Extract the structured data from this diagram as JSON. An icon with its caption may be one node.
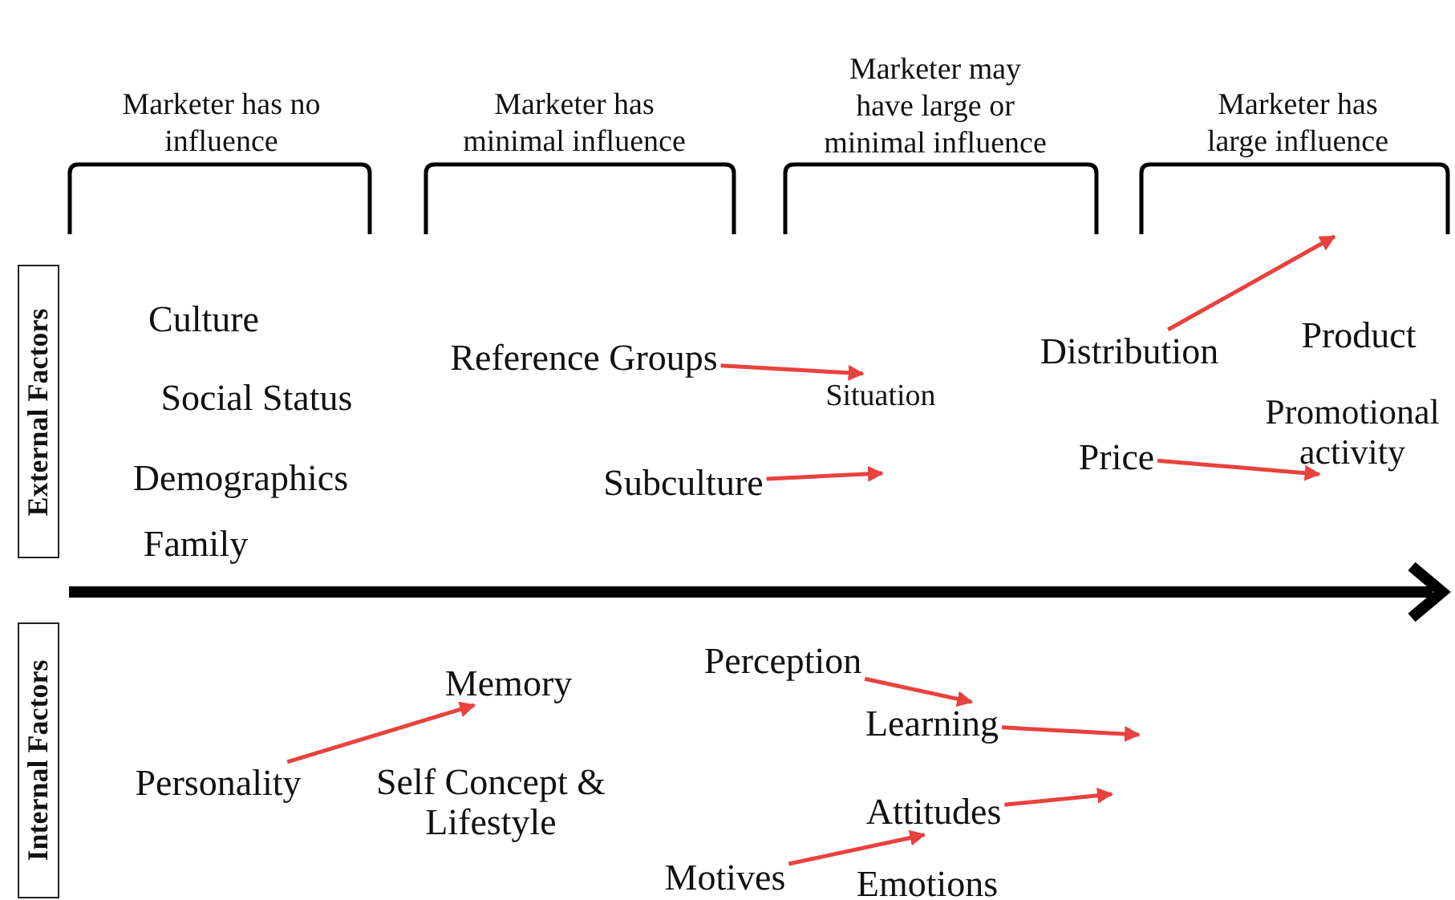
{
  "diagram": {
    "nodes": [
      {
        "text": [
          "External Factors"
        ]
      },
      {
        "text": [
          "Internal Factors"
        ]
      },
      {
        "text": [
          "Culture"
        ]
      },
      {
        "text": [
          "Social Status"
        ]
      },
      {
        "text": [
          "Demographics"
        ]
      },
      {
        "text": [
          "Family"
        ]
      },
      {
        "text": [
          "Reference Groups"
        ]
      },
      {
        "text": [
          "Situation"
        ]
      },
      {
        "text": [
          "Subculture"
        ]
      },
      {
        "text": [
          "Distribution"
        ]
      },
      {
        "text": [
          "Product"
        ]
      },
      {
        "text": [
          "Promotional activity"
        ]
      },
      {
        "text": [
          "Price"
        ]
      },
      {
        "text": [
          "Memory"
        ]
      },
      {
        "text": [
          "Personality"
        ]
      },
      {
        "text": [
          "Self Concept & Lifestyle"
        ]
      },
      {
        "text": [
          "Perception"
        ]
      },
      {
        "text": [
          "Learning"
        ]
      },
      {
        "text": [
          "Attitudes"
        ]
      },
      {
        "text": [
          "Motives"
        ]
      },
      {
        "text": [
          "Emotions"
        ]
      },
      {
        "text": [],
        "shape": "bracket"
      },
      {
        "text": [],
        "shape": "bracket"
      },
      {
        "text": [],
        "shape": "bracket"
      },
      {
        "text": [],
        "shape": "bracket"
      }
    ],
    "edges": [
      {
        "from": 6,
        "to": 7,
        "arrow": "to"
      },
      {
        "from": 8,
        "to": null,
        "arrow": "to"
      },
      {
        "from": 9,
        "to": 24,
        "arrow": "to"
      },
      {
        "from": 12,
        "to": 11,
        "arrow": "to"
      },
      {
        "from": 14,
        "to": 13,
        "arrow": "to"
      },
      {
        "from": 16,
        "to": 17,
        "arrow": "to"
      },
      {
        "from": 17,
        "to": null,
        "arrow": "to"
      },
      {
        "from": 18,
        "to": null,
        "arrow": "to"
      },
      {
        "from": 19,
        "to": 18,
        "arrow": "to"
      }
    ],
    "labels": [
      "Marketer has no influence",
      "Marketer has minimal influence",
      "Marketer may have large or minimal influence",
      "Marketer has large influence"
    ]
  }
}
